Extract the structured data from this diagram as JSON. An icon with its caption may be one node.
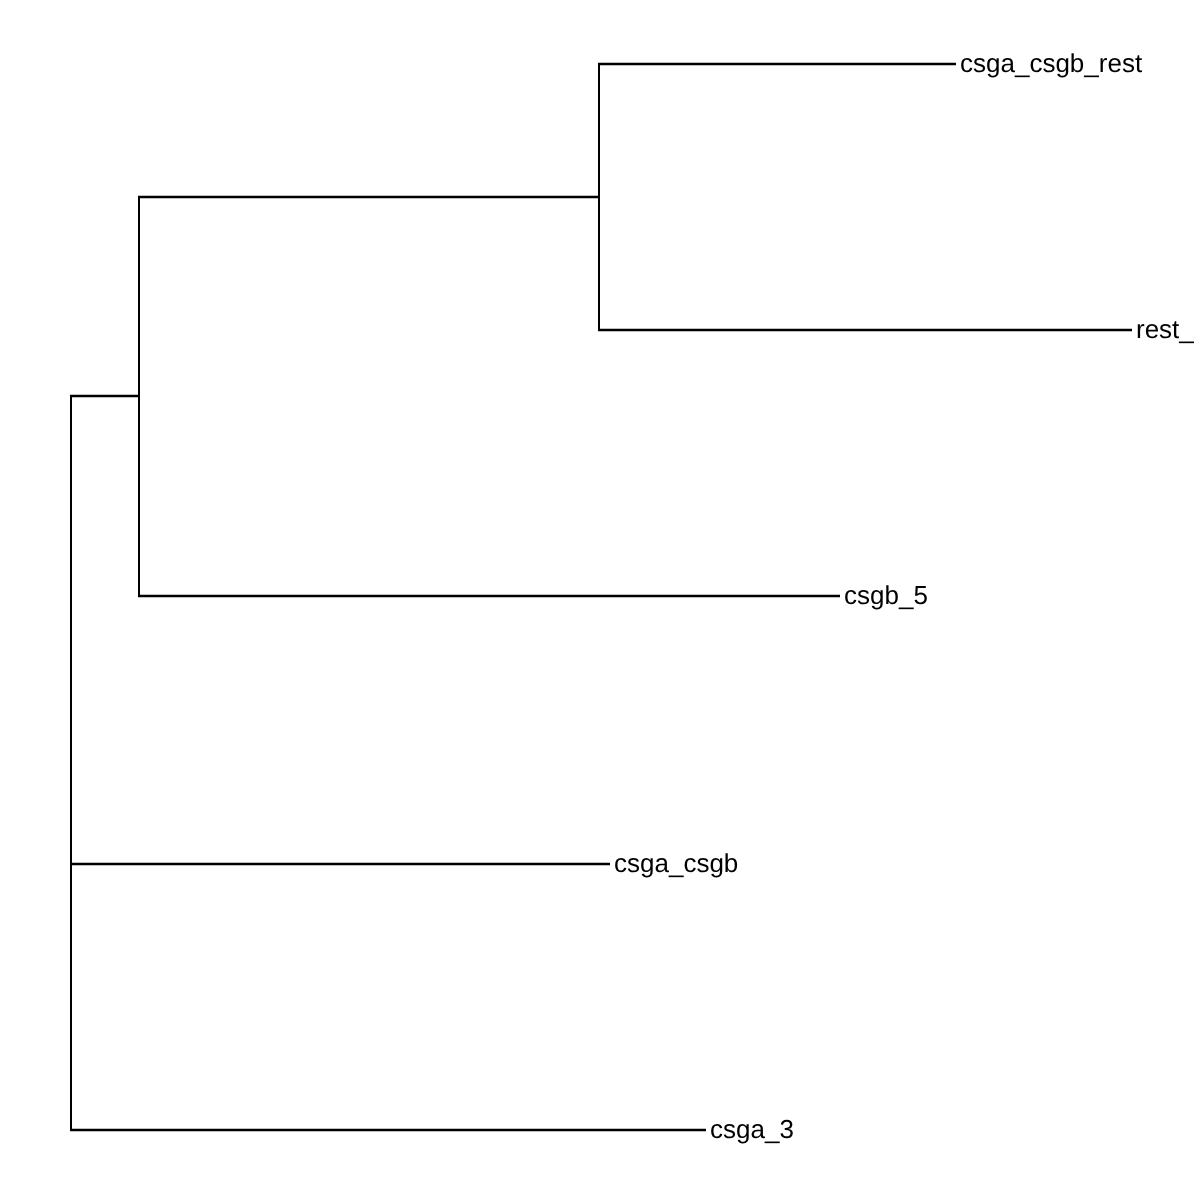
{
  "diagram": {
    "nodes": [
      {
        "text": [],
        "shape": "bar"
      },
      {
        "text": [],
        "shape": "bar"
      },
      {
        "text": [],
        "shape": "bar"
      },
      {
        "text": [
          "csga_csgb_rest"
        ]
      },
      {
        "text": [
          "rest_"
        ]
      },
      {
        "text": [
          "csgb_5"
        ]
      },
      {
        "text": [
          "csga_csgb"
        ]
      },
      {
        "text": [
          "csga_3"
        ]
      }
    ],
    "edges": [
      {
        "from": 0,
        "to": 1,
        "arrow": "none"
      },
      {
        "from": 1,
        "to": 2,
        "arrow": "none"
      },
      {
        "from": 2,
        "to": 3,
        "arrow": "none"
      },
      {
        "from": 2,
        "to": 4,
        "arrow": "none"
      },
      {
        "from": 1,
        "to": 5,
        "arrow": "none"
      },
      {
        "from": 0,
        "to": 6,
        "arrow": "none"
      },
      {
        "from": 0,
        "to": 7,
        "arrow": "none"
      }
    ]
  }
}
